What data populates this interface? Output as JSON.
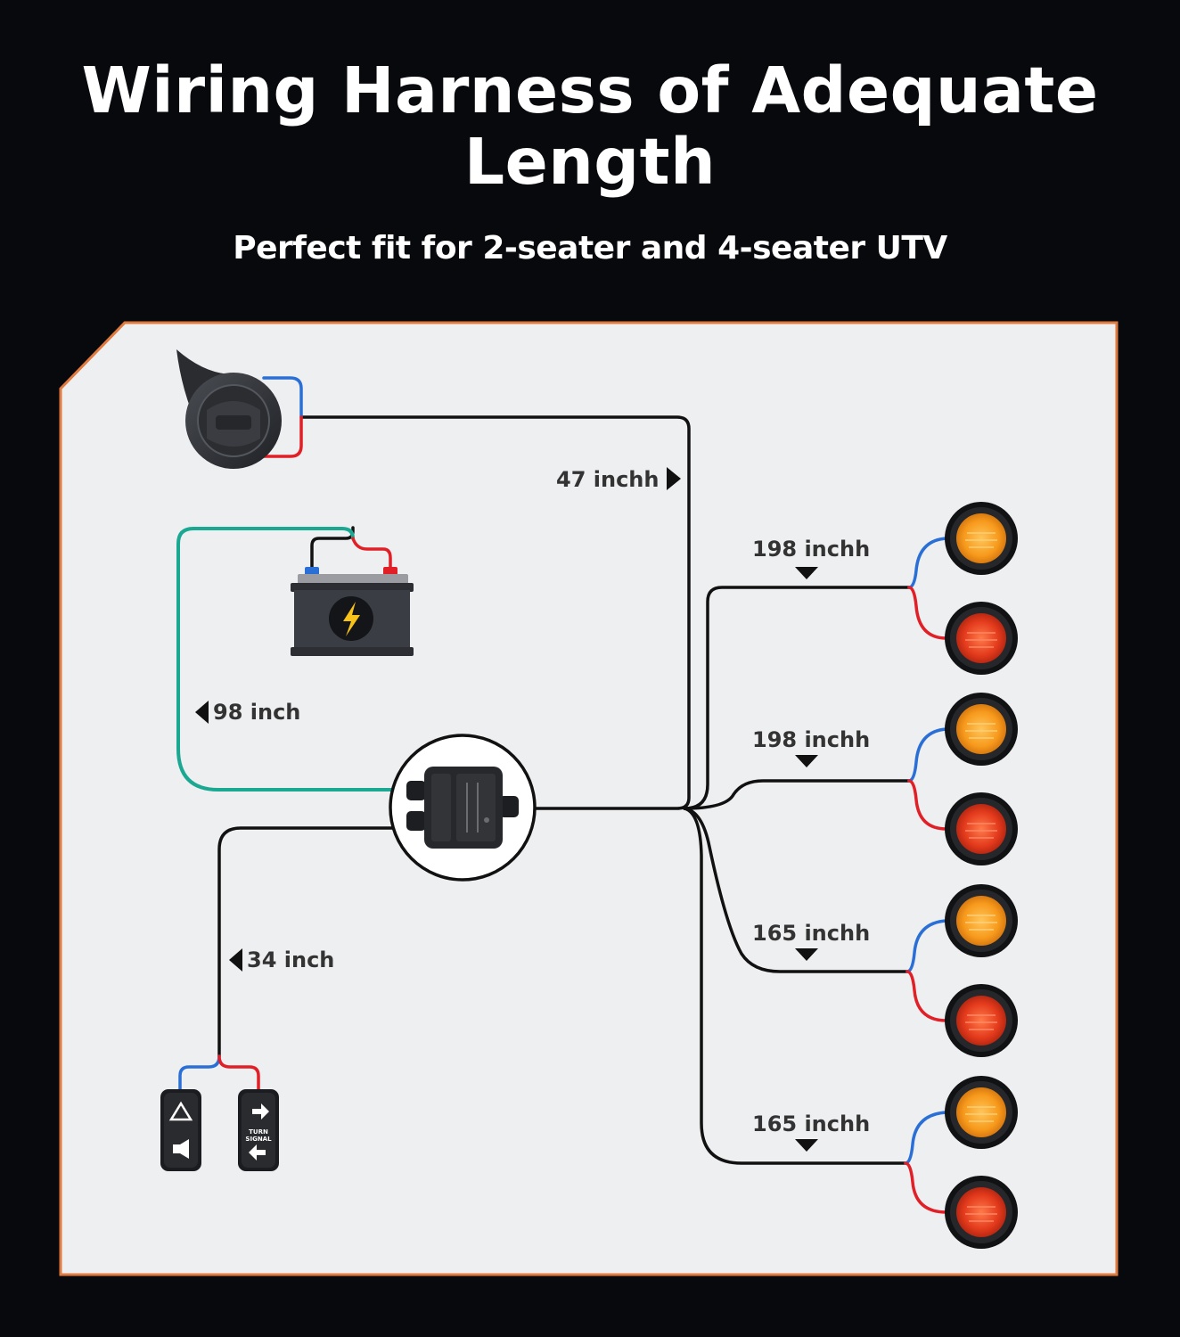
{
  "header": {
    "title_line1": "Wiring Harness of Adequate",
    "title_line2": "Length",
    "subtitle": "Perfect fit for 2-seater and 4-seater UTV"
  },
  "diagram": {
    "panel_color": "#eeeff1",
    "border_color": "#e07a3e",
    "components": {
      "horn": "horn-icon",
      "battery": "battery-icon",
      "junction_box": "junction-box-icon",
      "switch_hazard": "hazard-horn-switch-icon",
      "switch_turn": "turn-signal-switch-icon",
      "switch_turn_text_1": "TURN",
      "switch_turn_text_2": "SIGNAL",
      "lights": "round-led-light-icon"
    },
    "wire_labels": {
      "horn": "47 inchh",
      "battery": "98 inch",
      "switch": "34 inch",
      "light_pair_1": "198 inchh",
      "light_pair_2": "198 inchh",
      "light_pair_3": "165 inchh",
      "light_pair_4": "165 inchh"
    },
    "wire_colors": {
      "main": "#111111",
      "battery_wire": "#1aa892",
      "positive": "#e01f26",
      "negative": "#2a6fd6"
    },
    "light_colors": {
      "amber": "#f7a224",
      "red": "#e53b1f"
    }
  }
}
